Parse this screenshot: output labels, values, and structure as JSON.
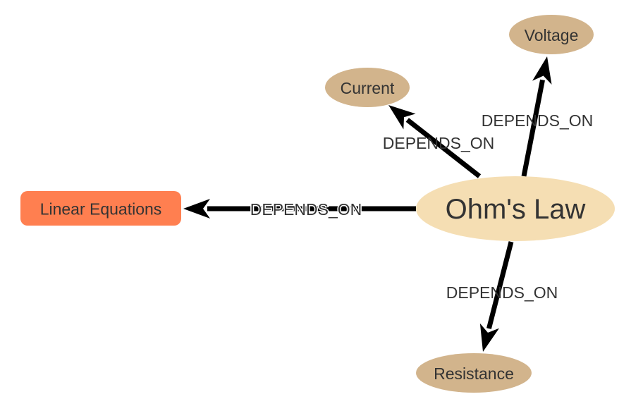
{
  "graph": {
    "center_node": "ohms-law",
    "nodes": [
      {
        "id": "ohms-law",
        "label": "Ohm's Law",
        "shape": "ellipse",
        "color": "#f5deb3",
        "role": "center"
      },
      {
        "id": "voltage",
        "label": "Voltage",
        "shape": "ellipse",
        "color": "#d2b48c",
        "role": "neighbor"
      },
      {
        "id": "current",
        "label": "Current",
        "shape": "ellipse",
        "color": "#d2b48c",
        "role": "neighbor"
      },
      {
        "id": "linear-equations",
        "label": "Linear Equations",
        "shape": "rounded-rect",
        "color": "#ff7f50",
        "role": "neighbor"
      },
      {
        "id": "resistance",
        "label": "Resistance",
        "shape": "ellipse",
        "color": "#d2b48c",
        "role": "neighbor"
      }
    ],
    "edges": [
      {
        "from": "ohms-law",
        "to": "voltage",
        "label": "DEPENDS_ON"
      },
      {
        "from": "ohms-law",
        "to": "current",
        "label": "DEPENDS_ON"
      },
      {
        "from": "ohms-law",
        "to": "linear-equations",
        "label": "DEPENDS_ON"
      },
      {
        "from": "ohms-law",
        "to": "resistance",
        "label": "DEPENDS_ON"
      }
    ],
    "edge_color": "#000000",
    "text_color": "#333333"
  }
}
